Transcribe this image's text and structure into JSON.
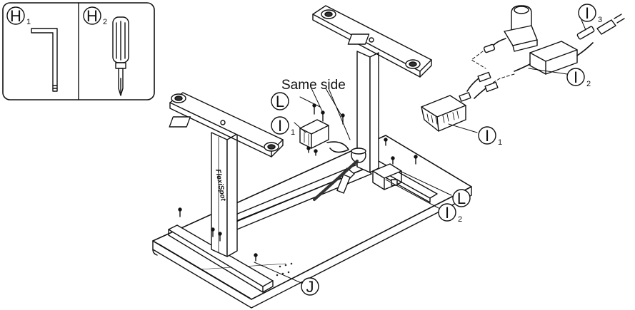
{
  "tool_panel": {
    "hex_key": {
      "letter": "H",
      "sub": "1"
    },
    "screwdriver": {
      "letter": "H",
      "sub": "2"
    }
  },
  "callouts": {
    "same_side": "Same side",
    "bracket_L_top": {
      "letter": "L",
      "sub": ""
    },
    "control_mount_I1": {
      "letter": "I",
      "sub": "1"
    },
    "power_supply_I2": {
      "letter": "I",
      "sub": "2"
    },
    "cable_I3": {
      "letter": "I",
      "sub": "3"
    },
    "control_box_I1": {
      "letter": "I",
      "sub": "1"
    },
    "bracket_L_right": {
      "letter": "L",
      "sub": ""
    },
    "power_supply_I2_bottom": {
      "letter": "I",
      "sub": "2"
    },
    "screws_J": {
      "letter": "J",
      "sub": ""
    }
  },
  "column_text": "FlexiSpot"
}
